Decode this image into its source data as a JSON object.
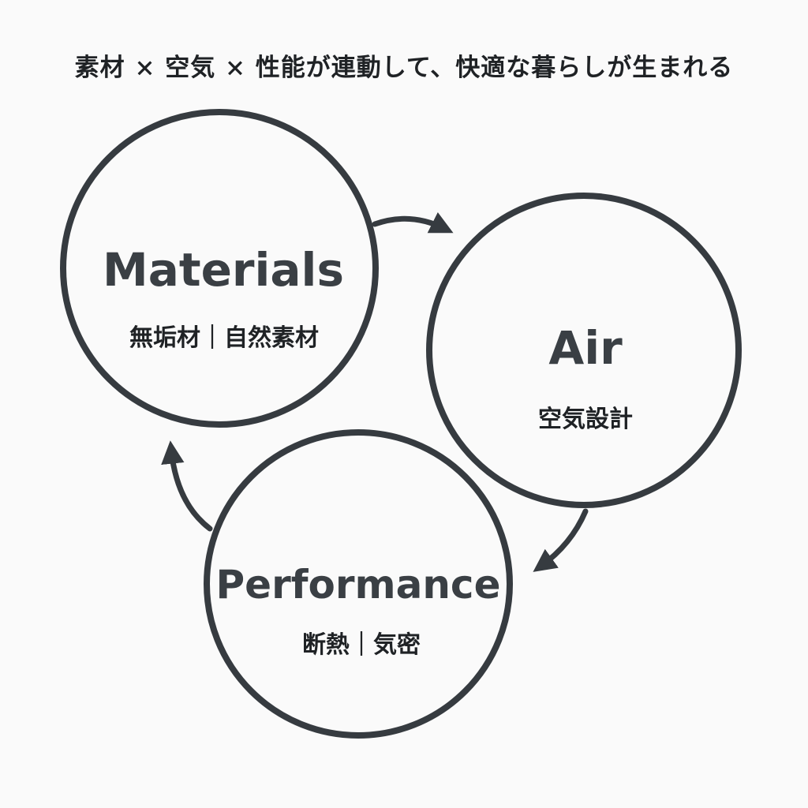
{
  "headline": "素材 × 空気 × 性能が連動して、快適な暮らしが生まれる",
  "nodes": [
    {
      "id": "materials",
      "title": "Materials",
      "subtitle": "無垢材｜自然素材"
    },
    {
      "id": "air",
      "title": "Air",
      "subtitle": "空気設計"
    },
    {
      "id": "performance",
      "title": "Performance",
      "subtitle": "断熱｜気密"
    }
  ],
  "edges": [
    {
      "from": "materials",
      "to": "air"
    },
    {
      "from": "air",
      "to": "performance"
    },
    {
      "from": "performance",
      "to": "materials"
    }
  ],
  "colors": {
    "stroke": "#363b40",
    "title": "#3a3f44",
    "text": "#1f2225",
    "background": "#fafafa"
  }
}
